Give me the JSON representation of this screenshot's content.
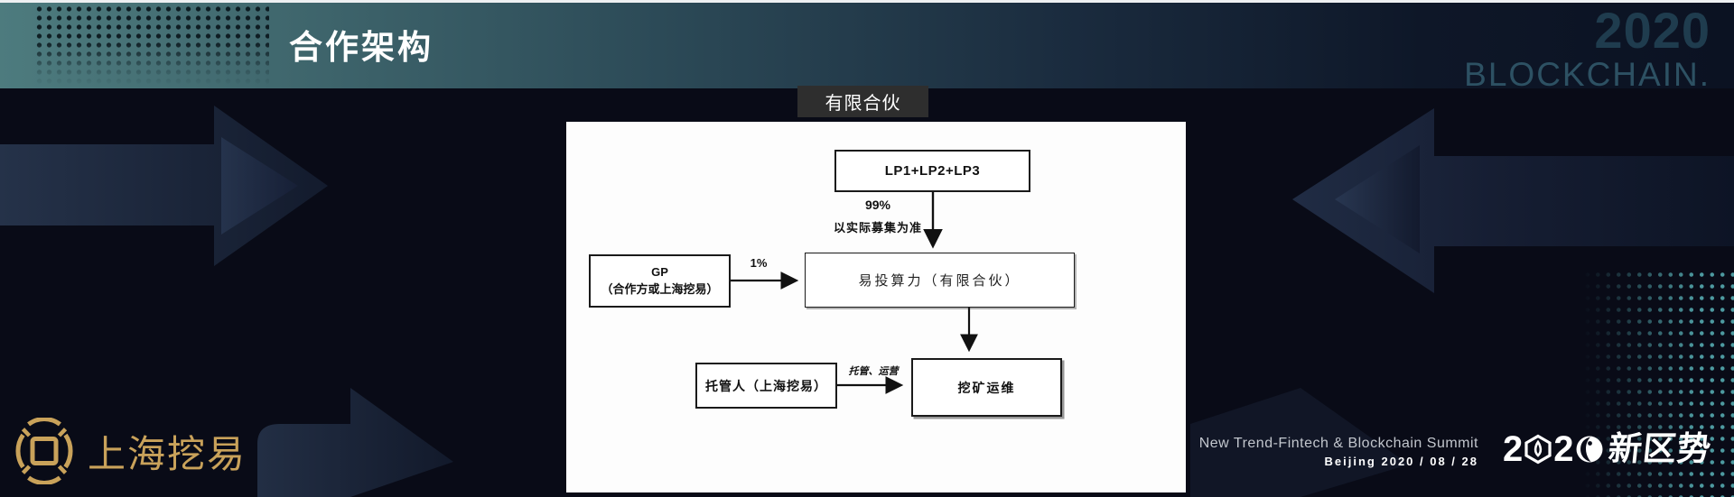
{
  "header": {
    "title": "合作架构",
    "year": "2020",
    "brand": "BLOCKCHAIN."
  },
  "diagram": {
    "panel_label": "有限合伙",
    "nodes": {
      "lp": "LP1+LP2+LP3",
      "gp_title": "GP",
      "gp_subtitle": "（合作方或上海挖易）",
      "fund": "易投算力（有限合伙）",
      "custodian": "托管人（上海挖易）",
      "mining": "挖矿运维"
    },
    "edges": {
      "lp_pct": "99%",
      "lp_note": "以实际募集为准",
      "gp_pct": "1%",
      "custody": "托管、运营"
    }
  },
  "footer": {
    "company": "上海挖易",
    "summit_title": "New Trend-Fintech & Blockchain Summit",
    "summit_date": "Beijing 2020 / 08 / 28",
    "event_logo": {
      "digit_1": "2",
      "digit_2": "2",
      "suffix": "新区势"
    }
  },
  "colors": {
    "gold": "#c9a25a",
    "teal_dots": "#4d9aa0",
    "header_teal": "#4c7a7d",
    "background": "#090b17",
    "panel": "#fdfdfd",
    "label_bg": "#2e2e2e"
  }
}
